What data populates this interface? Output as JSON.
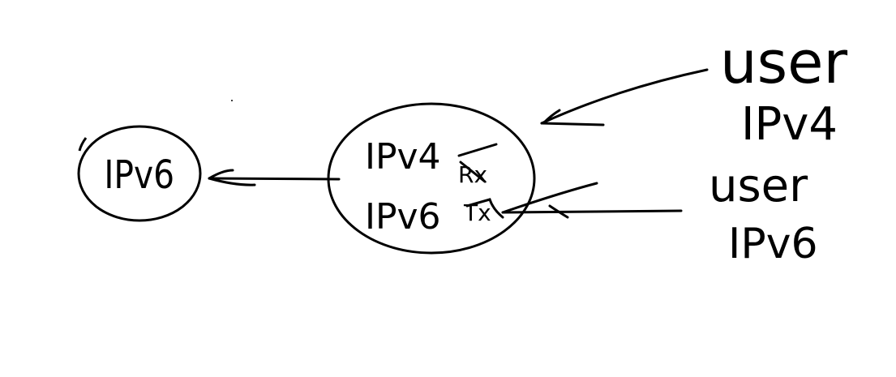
{
  "diagram": {
    "stroke_color": "#000000",
    "background_color": "#ffffff",
    "nodes": {
      "ipv6_server": {
        "label": "IPv6"
      },
      "proxy": {
        "line1": "IPv4",
        "line2": "IPv6",
        "rx_label": "Rx",
        "tx_label": "Tx"
      },
      "user_ipv4": {
        "line1": "user",
        "line2": "IPv4"
      },
      "user_ipv6": {
        "line1": "user",
        "line2": "IPv6"
      }
    }
  }
}
